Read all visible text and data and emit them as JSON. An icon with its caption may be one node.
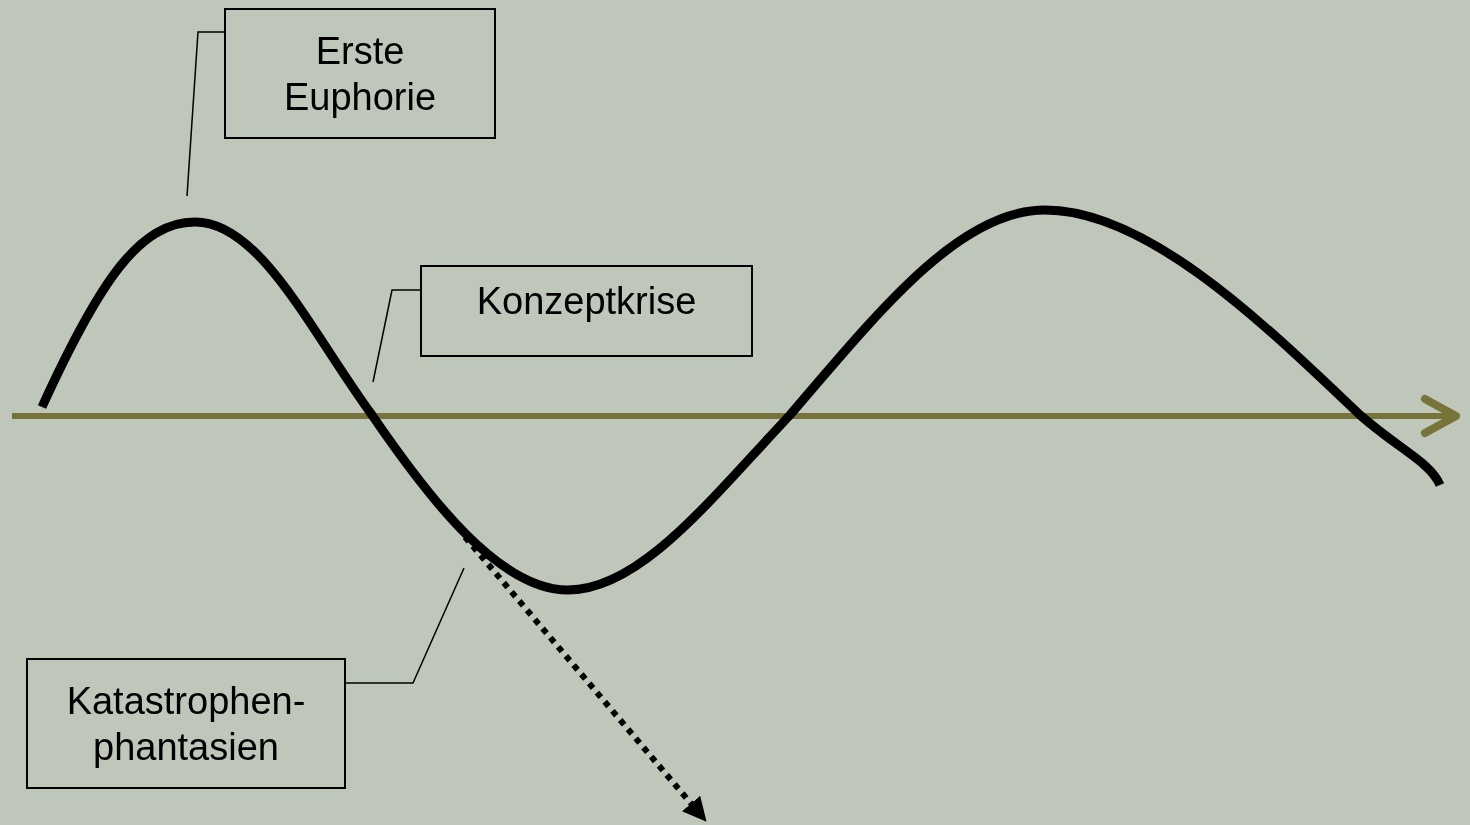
{
  "diagram": {
    "nodes": [
      {
        "text": [
          "Erste Euphorie"
        ]
      },
      {
        "text": [
          "Konzeptkrise"
        ]
      },
      {
        "text": [
          "Katastrophen- phantasien"
        ]
      }
    ],
    "edges": [
      {
        "from": 0,
        "to": null,
        "arrow": "none"
      },
      {
        "from": 1,
        "to": null,
        "arrow": "none"
      },
      {
        "from": 2,
        "to": null,
        "arrow": "none"
      }
    ]
  }
}
